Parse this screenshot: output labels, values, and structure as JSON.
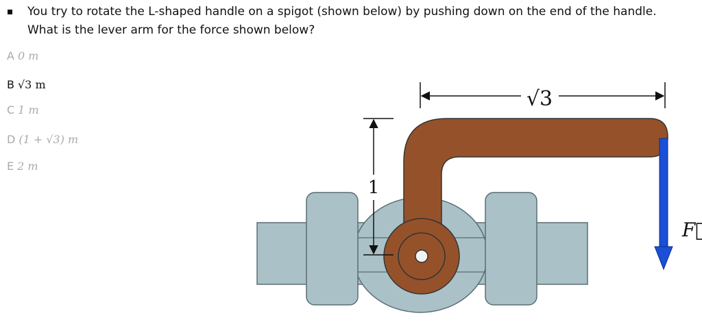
{
  "question": {
    "line1": "You try to rotate the L-shaped handle on a spigot (shown below) by pushing down on the end of the handle.",
    "line2": "What is the lever arm for the force shown below?"
  },
  "choices": [
    {
      "letter": "A",
      "value": "0 m",
      "selected": false
    },
    {
      "letter": "B",
      "value": "√3 m",
      "selected": true
    },
    {
      "letter": "C",
      "value": "1 m",
      "selected": false
    },
    {
      "letter": "D",
      "value": "(1 + √3) m",
      "selected": false
    },
    {
      "letter": "E",
      "value": "2 m",
      "selected": false
    }
  ],
  "figure": {
    "horizontal_label": "√3",
    "vertical_label": "1",
    "force_label": "F⃗",
    "colors": {
      "handle": "#95522a",
      "pipe": "#a9c1c7",
      "force_arrow": "#1a4fd6",
      "outline": "#333333"
    }
  }
}
